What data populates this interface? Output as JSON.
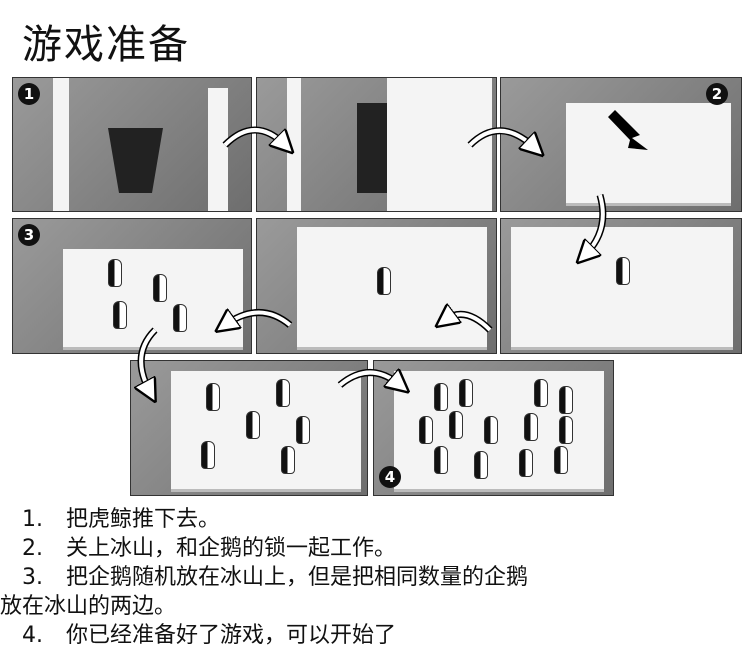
{
  "title": "游戏准备",
  "badges": {
    "b1": "1",
    "b2": "2",
    "b3": "3",
    "b4": "4"
  },
  "steps": [
    {
      "num": "1.",
      "text": "把虎鲸推下去。"
    },
    {
      "num": "2.",
      "text": "关上冰山，和企鹅的锁一起工作。"
    },
    {
      "num": "3.",
      "text": "把企鹅随机放在冰山上，但是把相同数量的企鹅"
    },
    {
      "num": "",
      "text": "放在冰山的两边。"
    },
    {
      "num": "4.",
      "text": "你已经准备好了游戏，可以开始了"
    }
  ]
}
